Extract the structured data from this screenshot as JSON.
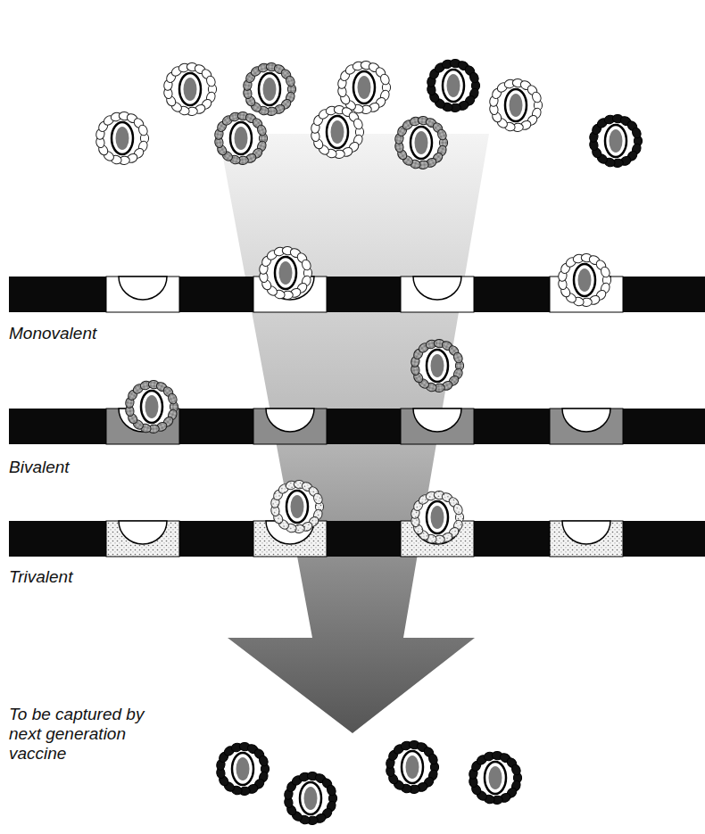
{
  "diagram": {
    "labels": [
      "Monovalent",
      "Bivalent",
      "Trivalent",
      "To be captured by next generation vaccine"
    ]
  }
}
